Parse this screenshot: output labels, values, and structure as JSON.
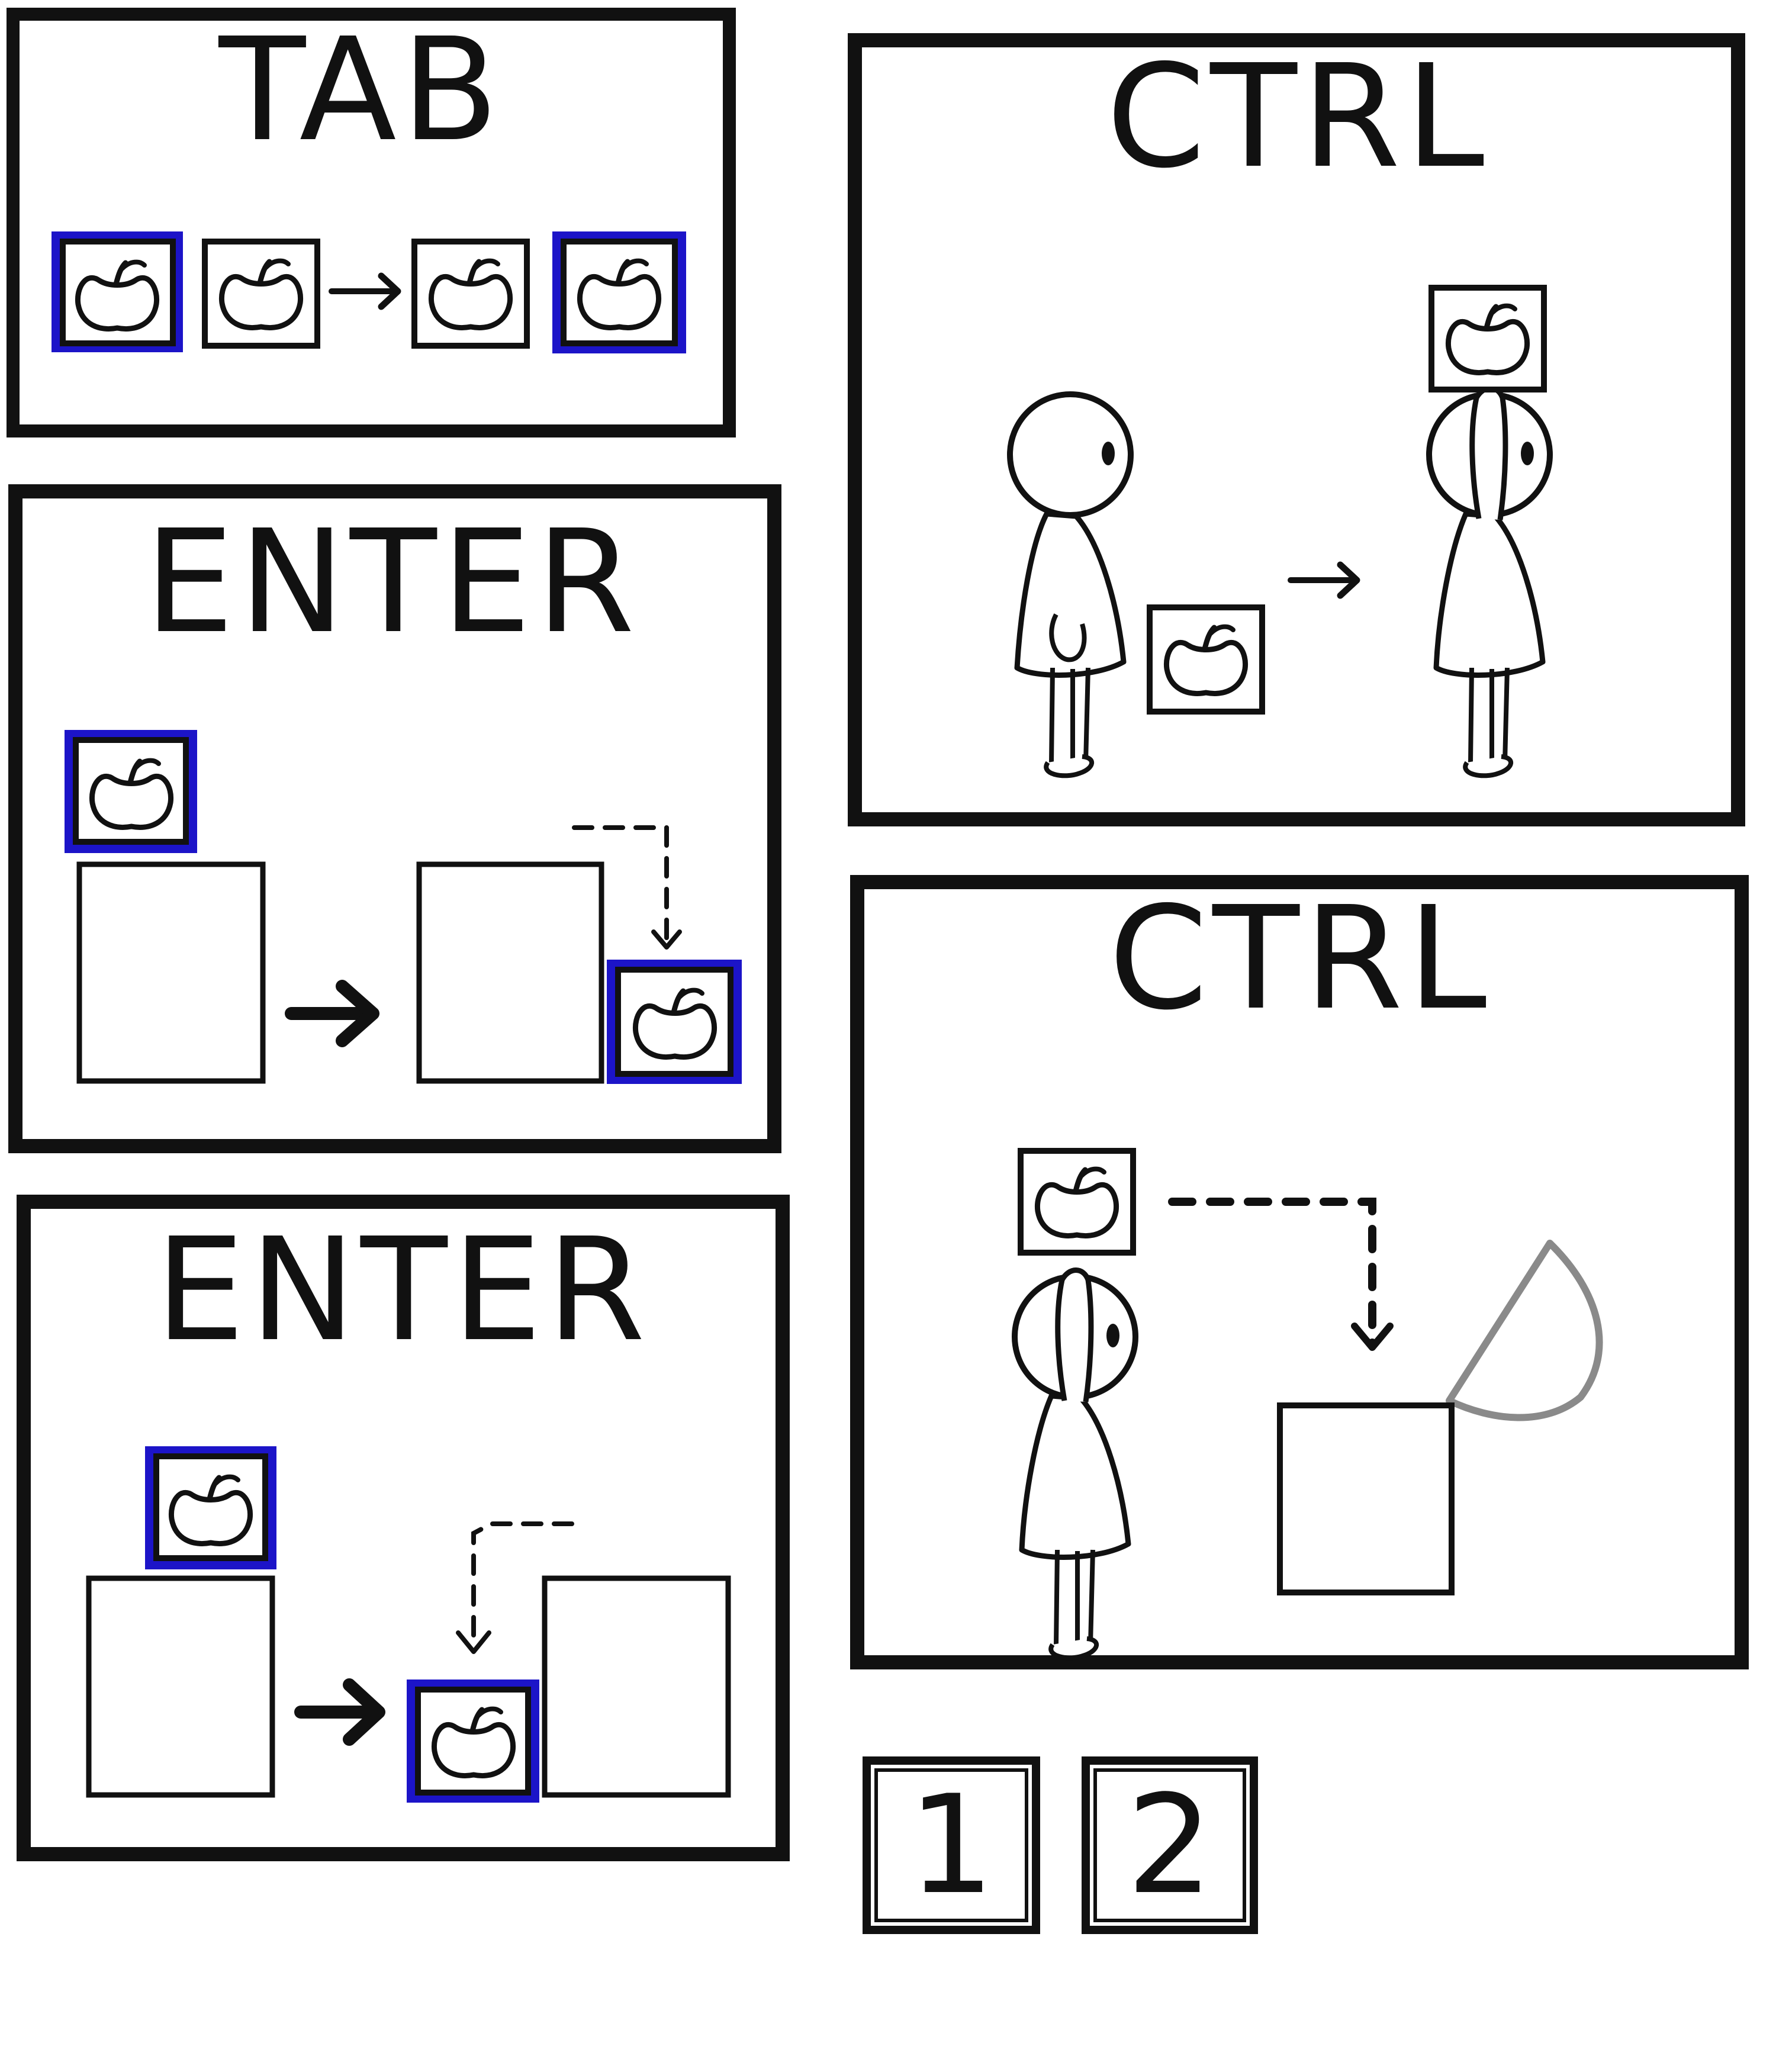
{
  "panels": {
    "tab": {
      "title": "TAB"
    },
    "enter_a": {
      "title": "ENTER"
    },
    "enter_b": {
      "title": "ENTER"
    },
    "ctrl_pickup": {
      "title": "CTRL"
    },
    "ctrl_drop": {
      "title": "CTRL"
    }
  },
  "keys": {
    "one": "1",
    "two": "2"
  },
  "colors": {
    "ink": "#111111",
    "highlight": "#1c14c8",
    "lid": "#8a8a8a",
    "background": "#ffffff"
  },
  "icons": {
    "item": "apple-icon",
    "arrow": "arrow-right-icon",
    "drop": "dashed-arrow-down-icon"
  }
}
